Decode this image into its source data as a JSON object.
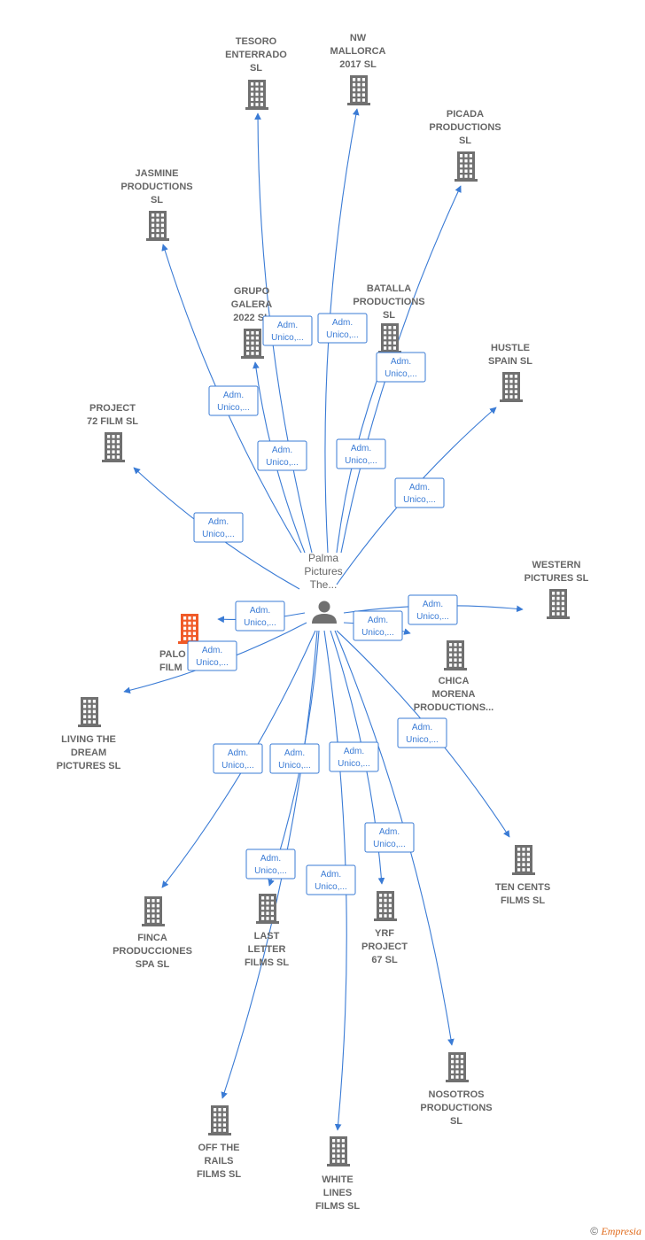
{
  "center": {
    "label_lines": [
      "Palma",
      "Pictures",
      "The..."
    ],
    "icon": "person-icon"
  },
  "relation_label_lines": [
    "Adm.",
    "Unico,..."
  ],
  "colors": {
    "edge": "#3a7bd5",
    "building": "#707070",
    "highlight": "#f05a28",
    "text": "#666666"
  },
  "nodes": [
    {
      "id": "tesoro-enterrado-sl",
      "label_lines": [
        "TESORO",
        "ENTERRADO",
        "SL"
      ],
      "highlight": false
    },
    {
      "id": "nw-mallorca-2017-sl",
      "label_lines": [
        "NW",
        "MALLORCA",
        "2017  SL"
      ],
      "highlight": false
    },
    {
      "id": "picada-productions-sl",
      "label_lines": [
        "PICADA",
        "PRODUCTIONS",
        "SL"
      ],
      "highlight": false
    },
    {
      "id": "jasmine-productions-sl",
      "label_lines": [
        "JASMINE",
        "PRODUCTIONS",
        "SL"
      ],
      "highlight": false
    },
    {
      "id": "grupo-galera-2022-sl",
      "label_lines": [
        "GRUPO",
        "GALERA",
        "2022  SL"
      ],
      "highlight": false
    },
    {
      "id": "batalla-productions-sl",
      "label_lines": [
        "BATALLA",
        "PRODUCTIONS",
        "SL"
      ],
      "highlight": false
    },
    {
      "id": "hustle-spain-sl",
      "label_lines": [
        "HUSTLE",
        "SPAIN  SL"
      ],
      "highlight": false
    },
    {
      "id": "project-72-film-sl",
      "label_lines": [
        "PROJECT",
        "72 FILM  SL"
      ],
      "highlight": false
    },
    {
      "id": "western-pictures-sl",
      "label_lines": [
        "WESTERN",
        "PICTURES  SL"
      ],
      "highlight": false
    },
    {
      "id": "palo-films",
      "label_lines": [
        "PALO",
        "FILM"
      ],
      "highlight": true
    },
    {
      "id": "chica-morena-productions",
      "label_lines": [
        "CHICA",
        "MORENA",
        "PRODUCTIONS..."
      ],
      "highlight": false
    },
    {
      "id": "living-the-dream-pictures-sl",
      "label_lines": [
        "LIVING THE",
        "DREAM",
        "PICTURES  SL"
      ],
      "highlight": false
    },
    {
      "id": "ten-cents-films-sl",
      "label_lines": [
        "TEN CENTS",
        "FILMS  SL"
      ],
      "highlight": false
    },
    {
      "id": "finca-producciones-spa-sl",
      "label_lines": [
        "FINCA",
        "PRODUCCIONES",
        "SPA  SL"
      ],
      "highlight": false
    },
    {
      "id": "last-letter-films-sl",
      "label_lines": [
        "LAST",
        "LETTER",
        "FILMS  SL"
      ],
      "highlight": false
    },
    {
      "id": "yrf-project-67-sl",
      "label_lines": [
        "YRF",
        "PROJECT",
        "67  SL"
      ],
      "highlight": false
    },
    {
      "id": "nosotros-productions-sl",
      "label_lines": [
        "NOSOTROS",
        "PRODUCTIONS",
        "SL"
      ],
      "highlight": false
    },
    {
      "id": "off-the-rails-films-sl",
      "label_lines": [
        "OFF THE",
        "RAILS",
        "FILMS  SL"
      ],
      "highlight": false
    },
    {
      "id": "white-lines-films-sl",
      "label_lines": [
        "WHITE",
        "LINES",
        "FILMS  SL"
      ],
      "highlight": false
    }
  ],
  "footer": {
    "copyright": "©",
    "brand": "Empresia"
  }
}
